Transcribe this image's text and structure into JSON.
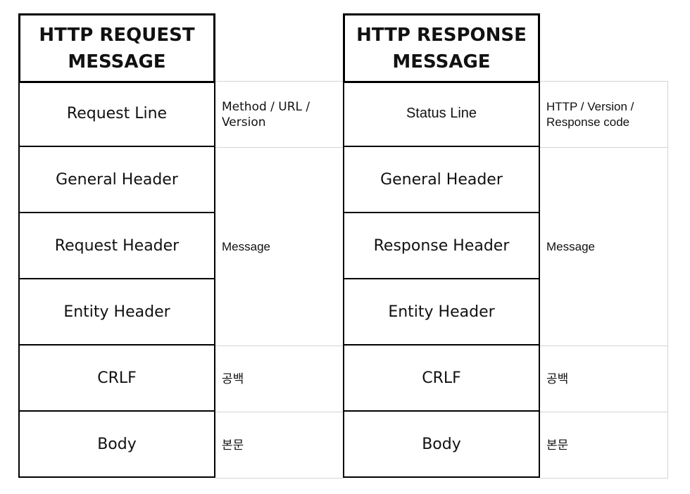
{
  "request": {
    "title": "HTTP REQUEST\nMESSAGE",
    "rows": [
      "Request Line",
      "General Header",
      "Request Header",
      "Entity Header",
      "CRLF",
      "Body"
    ],
    "notes": [
      "Method / URL /\nVersion",
      "Message",
      "공백",
      "본문"
    ]
  },
  "response": {
    "title": "HTTP RESPONSE\nMESSAGE",
    "rows": [
      "Status Line",
      "General Header",
      "Response Header",
      "Entity Header",
      "CRLF",
      "Body"
    ],
    "notes": [
      "HTTP / Version /\nResponse code",
      "Message",
      "공백",
      "본문"
    ]
  }
}
